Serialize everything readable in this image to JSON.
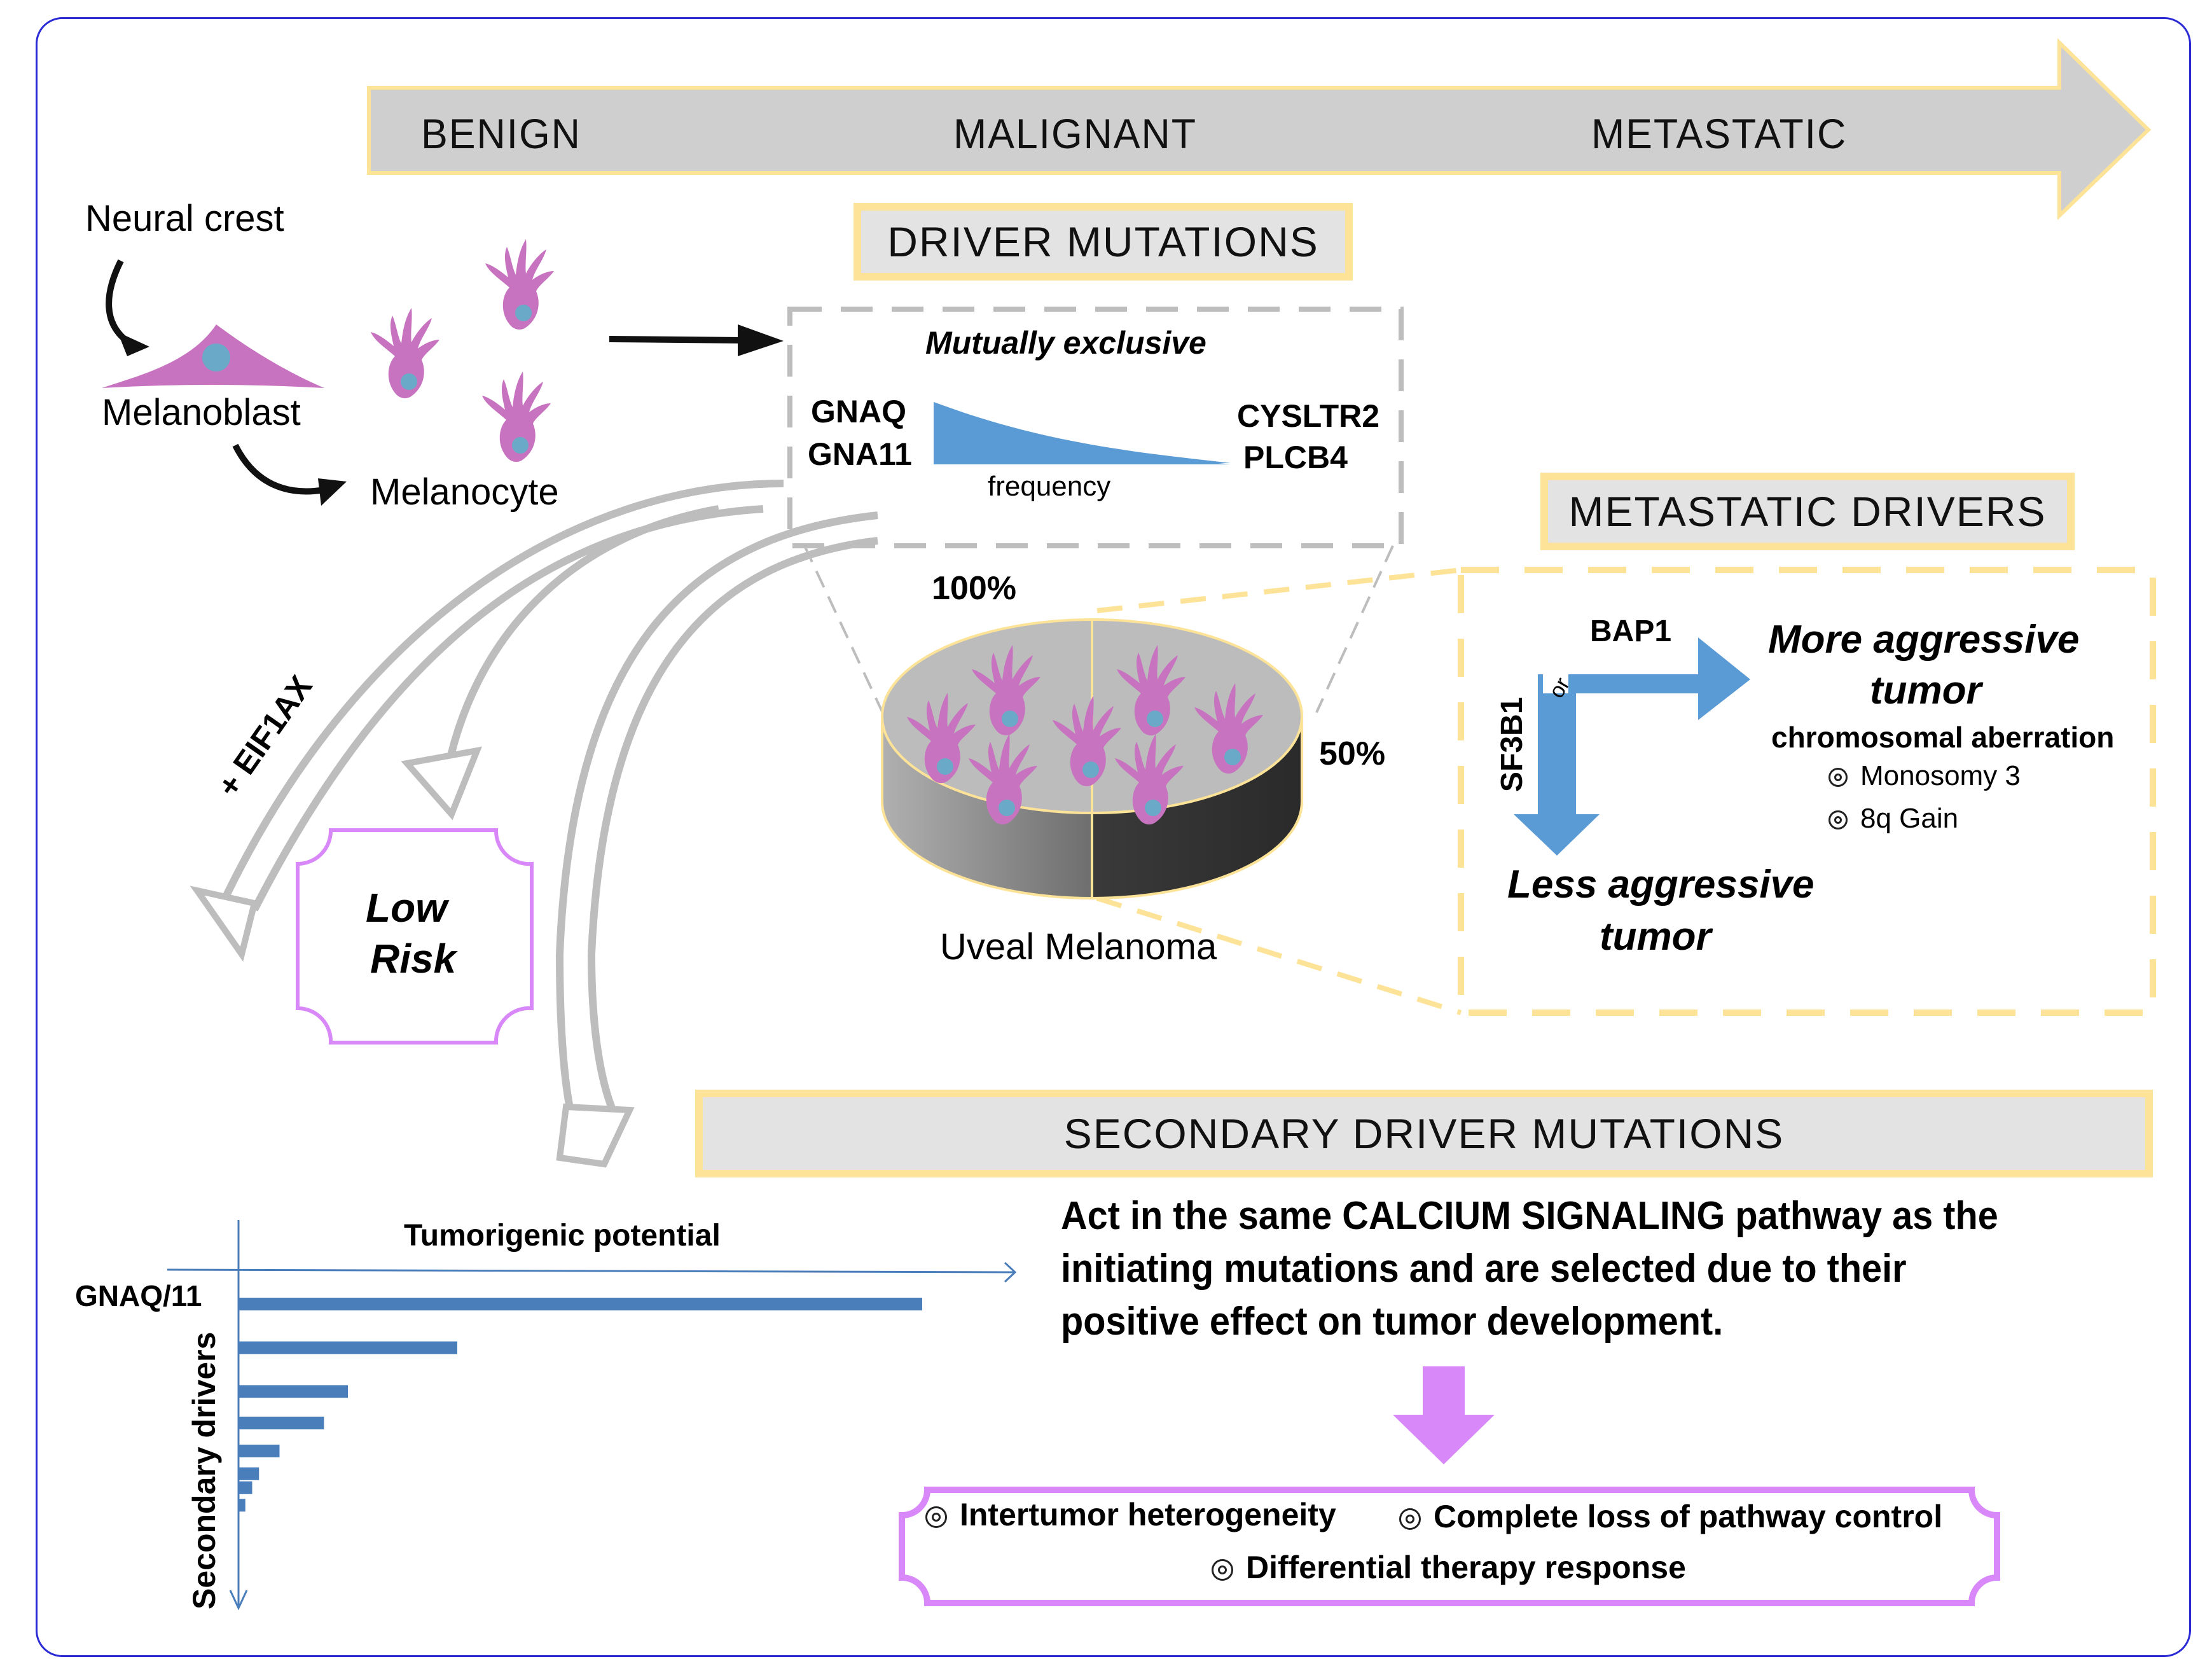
{
  "stages": [
    "BENIGN",
    "MALIGNANT",
    "METASTATIC"
  ],
  "origin": {
    "neural_crest": "Neural crest",
    "melanoblast": "Melanoblast",
    "melanocyte": "Melanocyte"
  },
  "driver_mutations": {
    "title": "DRIVER MUTATIONS",
    "subtitle": "Mutually exclusive",
    "left_genes": [
      "GNAQ",
      "GNA11"
    ],
    "right_genes": [
      "CYSLTR2",
      "PLCB4"
    ],
    "axis_label": "frequency"
  },
  "uveal_melanoma": {
    "label": "Uveal Melanoma",
    "pct_full": "100%",
    "pct_half": "50%"
  },
  "low_risk": {
    "modifier": "+ EIF1AX",
    "line1": "Low",
    "line2": "Risk"
  },
  "metastatic_drivers": {
    "title": "METASTATIC DRIVERS",
    "gene_right": "BAP1",
    "gene_down": "SF3B1",
    "or_label": "or",
    "more_line1": "More aggressive",
    "more_line2": "tumor",
    "aberration_title": "chromosomal aberration",
    "aberrations": [
      "Monosomy 3",
      "8q Gain"
    ],
    "less_line1": "Less aggressive",
    "less_line2": "tumor"
  },
  "secondary": {
    "title": "SECONDARY DRIVER MUTATIONS",
    "paragraph_lines": [
      "Act in the same CALCIUM SIGNALING pathway as the",
      "initiating mutations and are selected due to their",
      "positive effect on tumor development."
    ],
    "outcomes": [
      "Intertumor heterogeneity",
      "Complete loss of pathway control",
      "Differential therapy response"
    ]
  },
  "colors": {
    "frame": "#2b2bd6",
    "arrow_gray": "#cfcfcf",
    "yellow": "#fde397",
    "blue": "#5b9bd5",
    "bar_blue": "#4a7ebb",
    "purple": "#d888f8",
    "cell_pink": "#c773c0",
    "nucleus": "#6aaac8"
  },
  "chart_data": {
    "type": "bar",
    "orientation": "horizontal",
    "title": "Tumorigenic potential",
    "xlabel": "Tumorigenic potential",
    "ylabel": "Secondary drivers",
    "categories": [
      "GNAQ/11",
      "",
      "",
      "",
      "",
      "",
      "",
      ""
    ],
    "values": [
      100,
      32,
      16,
      12.5,
      6,
      3,
      2,
      1
    ],
    "units": "relative (GNAQ/11 = 100)",
    "grid": false,
    "legend": "none"
  }
}
